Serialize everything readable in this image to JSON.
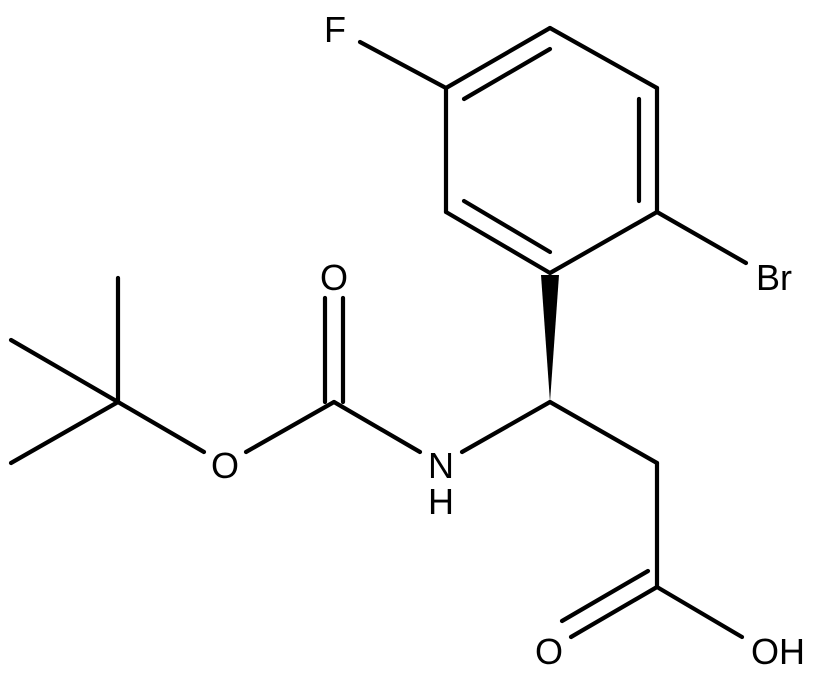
{
  "molecule": {
    "atoms": {
      "fluorine": "F",
      "bromine": "Br",
      "carbamate_oxygen": "O",
      "ester_oxygen": "O",
      "nitrogen": "N",
      "amine_hydrogen": "H",
      "acid_carbonyl_oxygen": "O",
      "acid_hydroxyl": "OH"
    }
  }
}
